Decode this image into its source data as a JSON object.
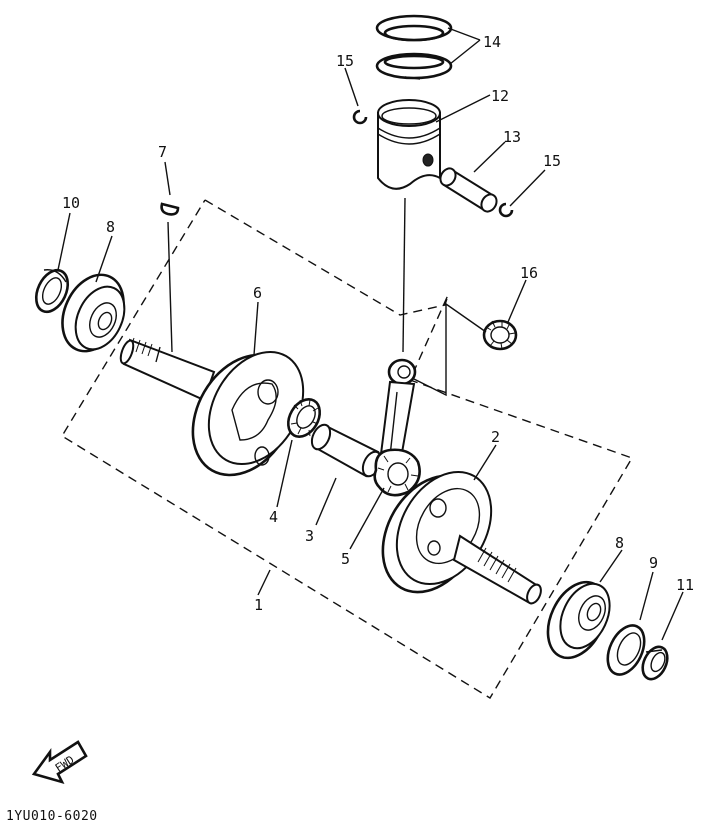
{
  "diagram": {
    "part_labels": {
      "p1": "1",
      "p2": "2",
      "p3": "3",
      "p4": "4",
      "p5": "5",
      "p6": "6",
      "p7": "7",
      "p8a": "8",
      "p8b": "8",
      "p9": "9",
      "p10": "10",
      "p11": "11",
      "p12": "12",
      "p13": "13",
      "p14": "14",
      "p15a": "15",
      "p15b": "15",
      "p16": "16"
    },
    "fwd_label": "FWD",
    "drawing_code": "1YU010-6020"
  }
}
